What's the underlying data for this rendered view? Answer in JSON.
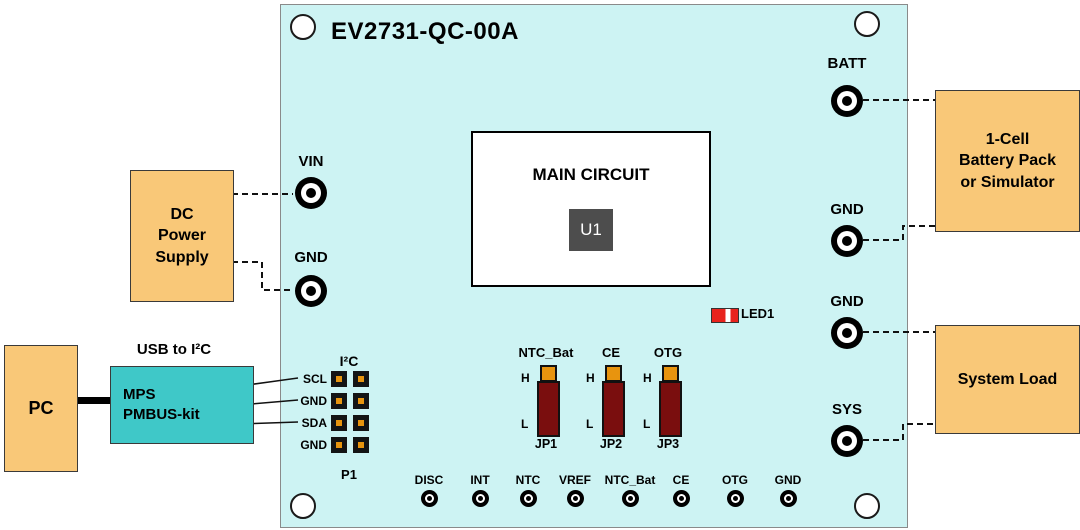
{
  "colors": {
    "board-bg": "#CDF3F3",
    "box-orange": "#F9C878",
    "box-cyan": "#3FC8C8",
    "jumper-red": "#7A0E0E",
    "pin-orange": "#E8940E",
    "led-red": "#E8231D",
    "chip-gray": "#4D4D4D"
  },
  "board": {
    "title": "EV2731-QC-00A",
    "main_circuit": {
      "title": "MAIN CIRCUIT",
      "chip": "U1"
    },
    "led": "LED1",
    "left_connectors": [
      {
        "label": "VIN"
      },
      {
        "label": "GND"
      }
    ],
    "right_connectors": [
      {
        "label": "BATT"
      },
      {
        "label": "GND"
      },
      {
        "label": "GND"
      },
      {
        "label": "SYS"
      }
    ],
    "i2c": {
      "title": "I²C",
      "pins": [
        "SCL",
        "GND",
        "SDA",
        "GND"
      ],
      "ref": "P1"
    },
    "jumpers": [
      {
        "signal": "NTC_Bat",
        "h": "H",
        "l": "L",
        "ref": "JP1"
      },
      {
        "signal": "CE",
        "h": "H",
        "l": "L",
        "ref": "JP2"
      },
      {
        "signal": "OTG",
        "h": "H",
        "l": "L",
        "ref": "JP3"
      }
    ],
    "test_points": [
      {
        "label": "DISC"
      },
      {
        "label": "INT"
      },
      {
        "label": "NTC"
      },
      {
        "label": "VREF"
      },
      {
        "label": "NTC_Bat"
      },
      {
        "label": "CE"
      },
      {
        "label": "OTG"
      },
      {
        "label": "GND"
      }
    ]
  },
  "external": {
    "dc_supply": "DC\nPower\nSupply",
    "pc": "PC",
    "usb_caption": "USB to I²C",
    "i2c_adapter": "MPS\nPMBUS-kit",
    "battery": "1-Cell\nBattery Pack\nor Simulator",
    "system_load": "System Load"
  }
}
